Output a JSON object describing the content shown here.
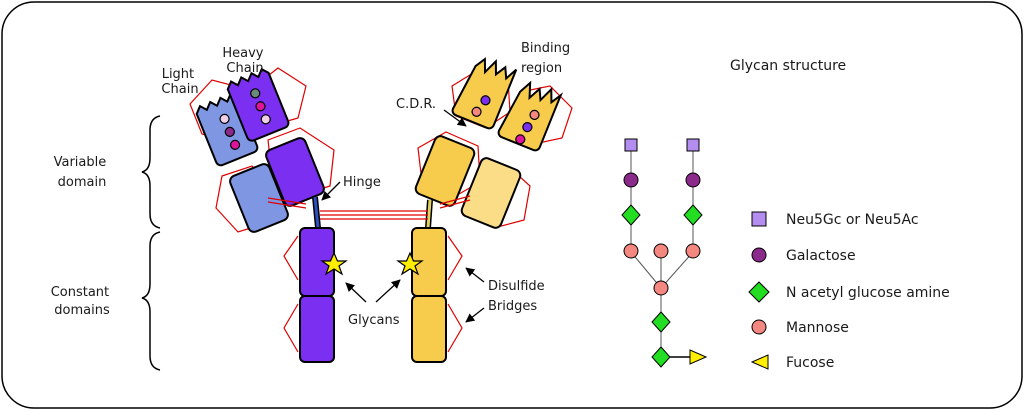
{
  "labels": {
    "heavy_chain": [
      "Heavy",
      "Chain"
    ],
    "light_chain": [
      "Light",
      "Chain"
    ],
    "binding_region": [
      "Binding",
      "region"
    ],
    "cdr": "C.D.R.",
    "hinge": "Hinge",
    "variable_domain": [
      "Variable",
      "domain"
    ],
    "constant_domains": [
      "Constant",
      "domains"
    ],
    "glycans": "Glycans",
    "disulfide_bridges": [
      "Disulfide",
      "Bridges"
    ],
    "glycan_structure_title": "Glycan structure"
  },
  "legend": [
    {
      "label": "Neu5Gc or Neu5Ac",
      "shape": "square",
      "color": "#b38ef0"
    },
    {
      "label": "Galactose",
      "shape": "circle",
      "color": "#8b2a8b"
    },
    {
      "label": "N acetyl glucose amine",
      "shape": "diamond",
      "color": "#22dd22"
    },
    {
      "label": "Mannose",
      "shape": "circle",
      "color": "#f48880"
    },
    {
      "label": "Fucose",
      "shape": "triangle",
      "color": "#ffee00"
    }
  ],
  "colors": {
    "heavy_chain_purple": "#7b2ff0",
    "light_chain_blue": "#7f97e3",
    "heavy_chain_yellow": "#f7cc4d",
    "light_chain_yellow": "#fbdc87",
    "disulfide_red": "#e00000",
    "glycan_star": "#ffee00"
  }
}
